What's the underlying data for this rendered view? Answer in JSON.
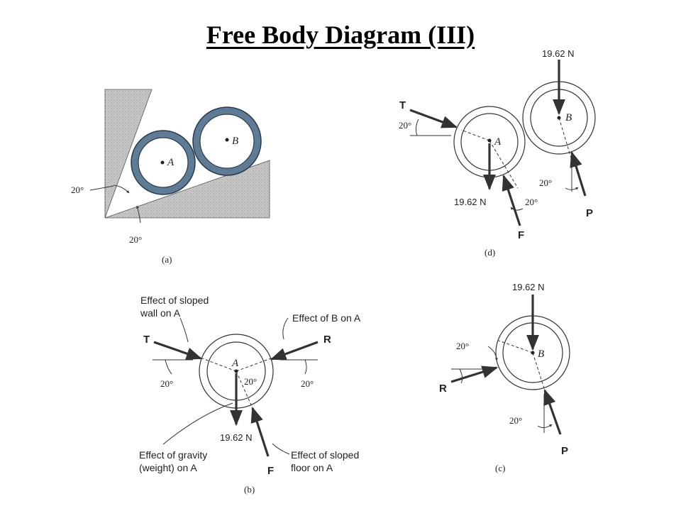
{
  "title": "Free Body Diagram (III)",
  "colors": {
    "ring_fill": "#5f7c96",
    "ground_fill": "#c8c8c8",
    "ink": "#333333"
  },
  "fig_a": {
    "caption": "(a)",
    "angle_wall": "20°",
    "angle_floor": "20°",
    "cyl_a": "A",
    "cyl_b": "B"
  },
  "fig_b": {
    "caption": "(b)",
    "cyl_a": "A",
    "force_t": "T",
    "force_r": "R",
    "force_f": "F",
    "weight": "19.62 N",
    "angle_t": "20°",
    "angle_center": "20°",
    "angle_r": "20°",
    "note_wall_1": "Effect of sloped",
    "note_wall_2": "wall on A",
    "note_b_on_a": "Effect of B on A",
    "note_gravity_1": "Effect of gravity",
    "note_gravity_2": "(weight) on A",
    "note_floor_1": "Effect of sloped",
    "note_floor_2": "floor on A"
  },
  "fig_c": {
    "caption": "(c)",
    "cyl_b": "B",
    "force_r": "R",
    "force_p": "P",
    "weight": "19.62 N",
    "angle_r": "20°",
    "angle_p": "20°"
  },
  "fig_d": {
    "caption": "(d)",
    "cyl_a": "A",
    "cyl_b": "B",
    "force_t": "T",
    "force_f": "F",
    "force_p": "P",
    "weight_a": "19.62 N",
    "weight_b": "19.62 N",
    "angle_t": "20°",
    "angle_f": "20°",
    "angle_p": "20°"
  }
}
